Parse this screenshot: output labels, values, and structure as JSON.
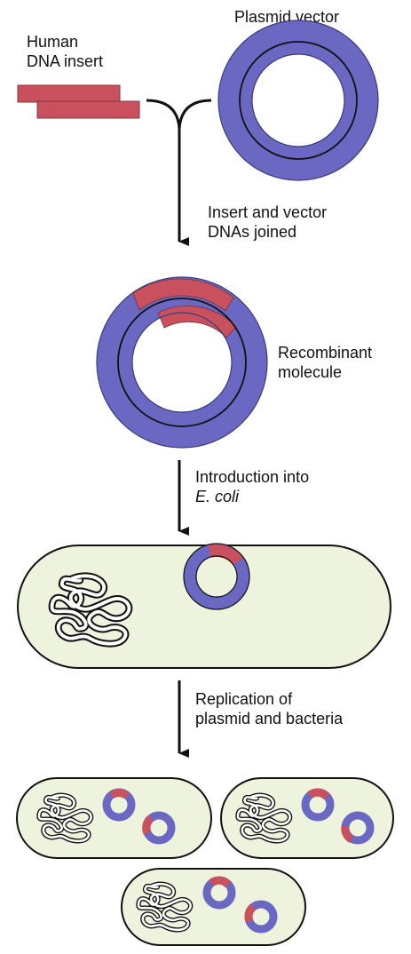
{
  "labels": {
    "human_insert": [
      "Human",
      "DNA insert"
    ],
    "plasmid_vector": "Plasmid vector",
    "step_join": [
      "Insert and vector",
      "DNAs joined"
    ],
    "recombinant": [
      "Recombinant",
      "molecule"
    ],
    "step_intro": [
      "Introduction into",
      "E. coli"
    ],
    "step_replication": [
      "Replication of",
      "plasmid and bacteria"
    ]
  },
  "colors": {
    "plasmid": "#6a68c2",
    "insert": "#c9515d",
    "cell_fill": "#edf3dc",
    "outline": "#111111"
  },
  "icons": {
    "join_arrow": "y-junction-arrow",
    "step_arrow": "down-arrow",
    "chromosome": "tangled-chromosome",
    "cell": "bacterium-capsule",
    "plasmid": "plasmid-ring"
  },
  "daughter_cell_count": 3
}
